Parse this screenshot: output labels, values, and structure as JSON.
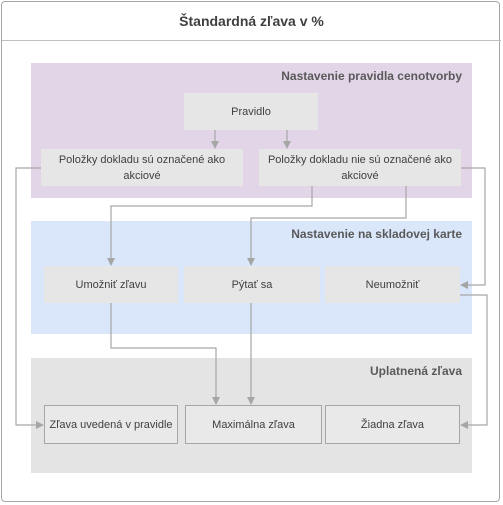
{
  "title": "Štandardná zľava v %",
  "sections": {
    "rule_setting": {
      "label": "Nastavenie pravidla cenotvorby"
    },
    "card_setting": {
      "label": "Nastavenie na skladovej karte"
    },
    "applied_discount": {
      "label": "Uplatnená zľava"
    }
  },
  "nodes": {
    "rule": "Pravidlo",
    "items_marked": "Položky dokladu sú označené ako akciové",
    "items_not_marked": "Položky dokladu nie sú označené ako akciové",
    "allow": "Umožniť zľavu",
    "ask": "Pýtať sa",
    "disallow": "Neumožniť",
    "rule_discount": "Zľava uvedená v pravidle",
    "max_discount": "Maximálna zľava",
    "no_discount": "Žiadna zľava"
  },
  "colors": {
    "rule_section": "#e3d5e8",
    "card_section": "#dae7fb",
    "applied_section": "#e4e4e4",
    "node_fill": "#e6e6e6",
    "arrow": "#a6a6a6"
  }
}
